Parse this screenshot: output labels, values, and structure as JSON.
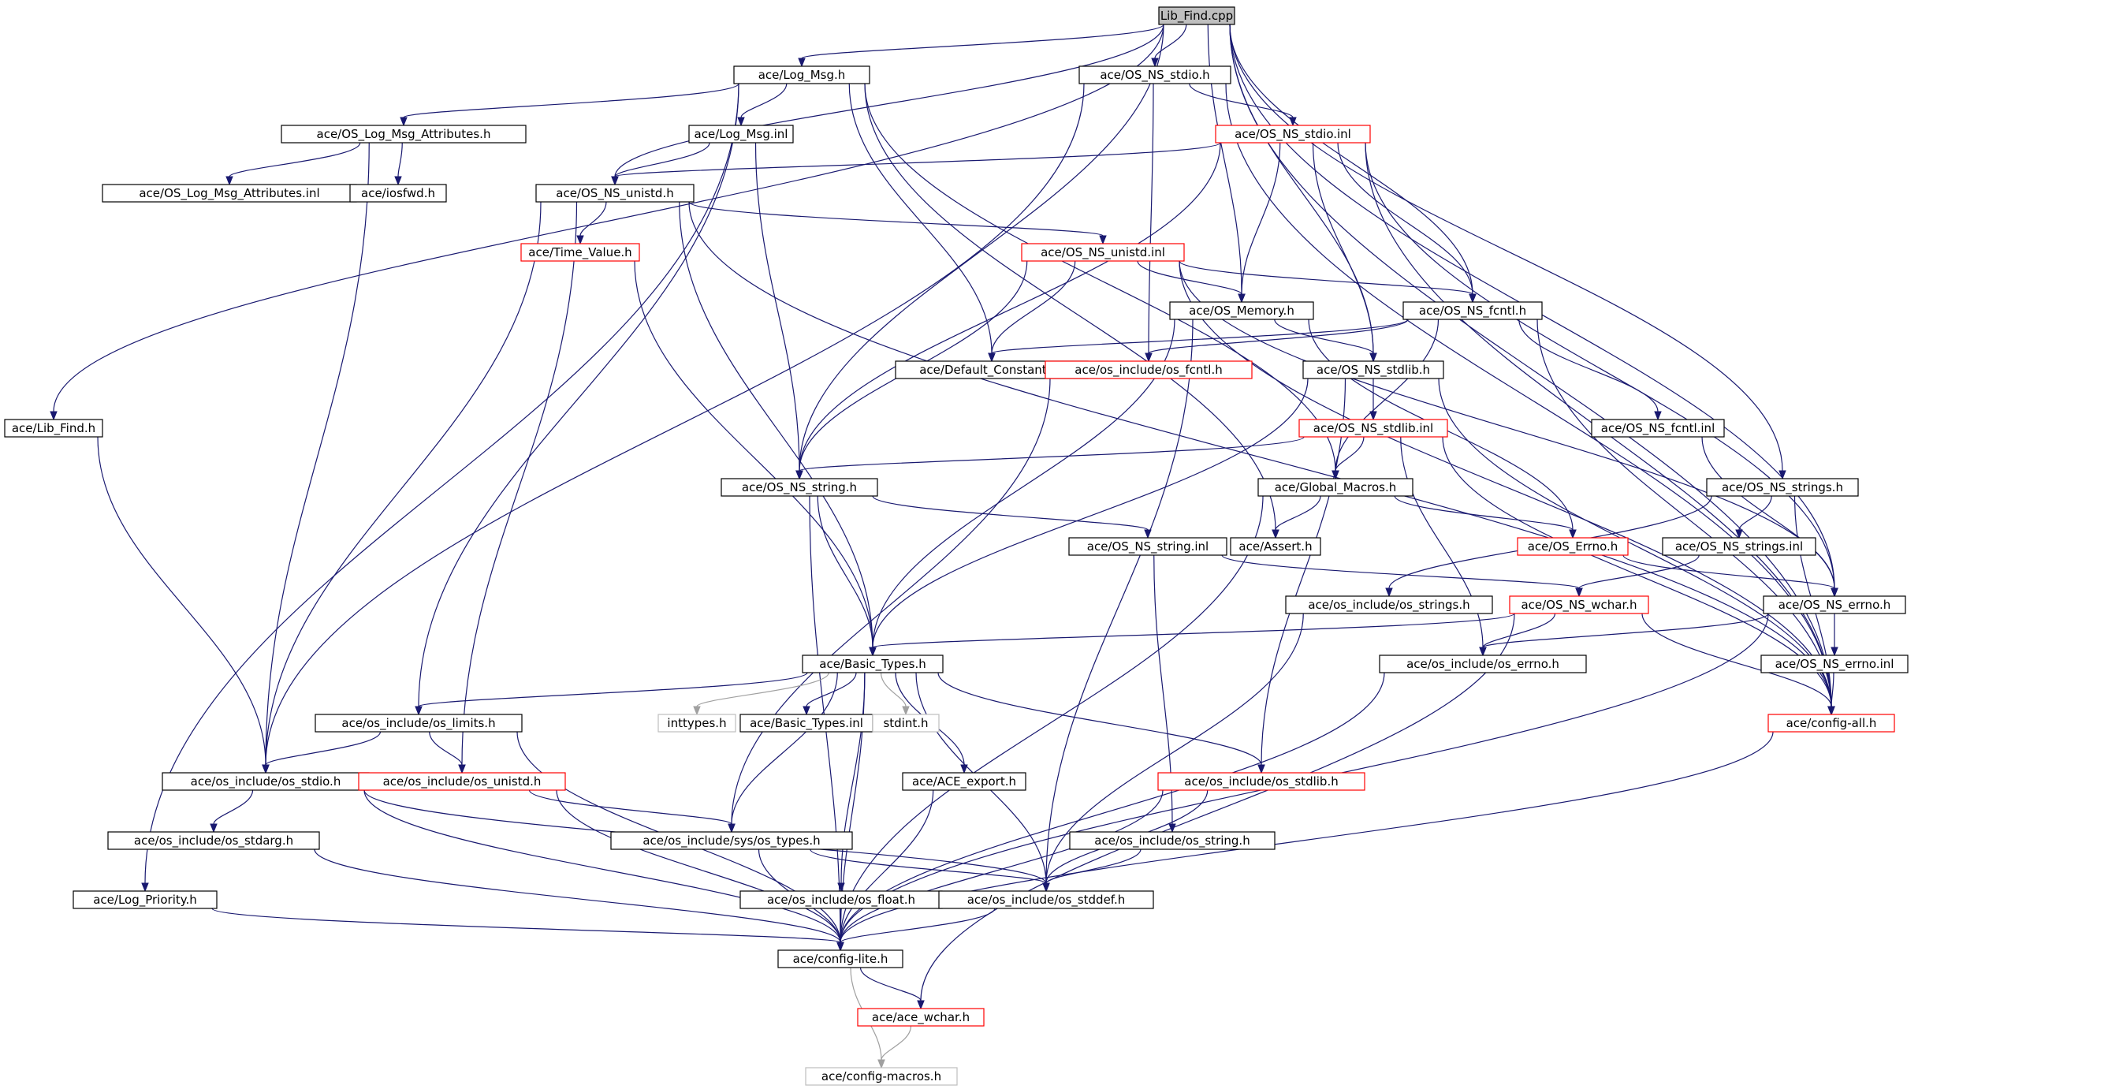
{
  "diagram": {
    "nodes": [
      {
        "id": "lib_find_cpp",
        "label": "Lib_Find.cpp",
        "style": "root"
      },
      {
        "id": "log_msg_h",
        "label": "ace/Log_Msg.h",
        "style": "normal"
      },
      {
        "id": "os_ns_stdio_h",
        "label": "ace/OS_NS_stdio.h",
        "style": "normal"
      },
      {
        "id": "os_log_msg_attr_h",
        "label": "ace/OS_Log_Msg_Attributes.h",
        "style": "normal"
      },
      {
        "id": "log_msg_inl",
        "label": "ace/Log_Msg.inl",
        "style": "normal"
      },
      {
        "id": "os_ns_stdio_inl",
        "label": "ace/OS_NS_stdio.inl",
        "style": "red"
      },
      {
        "id": "os_log_msg_attr_inl",
        "label": "ace/OS_Log_Msg_Attributes.inl",
        "style": "normal"
      },
      {
        "id": "iosfwd_h",
        "label": "ace/iosfwd.h",
        "style": "normal"
      },
      {
        "id": "os_ns_unistd_h",
        "label": "ace/OS_NS_unistd.h",
        "style": "normal"
      },
      {
        "id": "time_value_h",
        "label": "ace/Time_Value.h",
        "style": "red"
      },
      {
        "id": "os_ns_unistd_inl",
        "label": "ace/OS_NS_unistd.inl",
        "style": "red"
      },
      {
        "id": "os_memory_h",
        "label": "ace/OS_Memory.h",
        "style": "normal"
      },
      {
        "id": "os_ns_fcntl_h",
        "label": "ace/OS_NS_fcntl.h",
        "style": "normal"
      },
      {
        "id": "default_constants_h",
        "label": "ace/Default_Constants.h",
        "style": "normal"
      },
      {
        "id": "os_include_os_fcntl_h",
        "label": "ace/os_include/os_fcntl.h",
        "style": "red"
      },
      {
        "id": "os_ns_stdlib_h",
        "label": "ace/OS_NS_stdlib.h",
        "style": "normal"
      },
      {
        "id": "lib_find_h",
        "label": "ace/Lib_Find.h",
        "style": "normal"
      },
      {
        "id": "os_ns_stdlib_inl",
        "label": "ace/OS_NS_stdlib.inl",
        "style": "red"
      },
      {
        "id": "os_ns_fcntl_inl",
        "label": "ace/OS_NS_fcntl.inl",
        "style": "normal"
      },
      {
        "id": "os_ns_string_h",
        "label": "ace/OS_NS_string.h",
        "style": "normal"
      },
      {
        "id": "global_macros_h",
        "label": "ace/Global_Macros.h",
        "style": "normal"
      },
      {
        "id": "os_ns_strings_h",
        "label": "ace/OS_NS_strings.h",
        "style": "normal"
      },
      {
        "id": "os_ns_string_inl",
        "label": "ace/OS_NS_string.inl",
        "style": "normal"
      },
      {
        "id": "assert_h",
        "label": "ace/Assert.h",
        "style": "normal"
      },
      {
        "id": "os_errno_h",
        "label": "ace/OS_Errno.h",
        "style": "red"
      },
      {
        "id": "os_ns_strings_inl",
        "label": "ace/OS_NS_strings.inl",
        "style": "normal"
      },
      {
        "id": "os_include_os_strings_h",
        "label": "ace/os_include/os_strings.h",
        "style": "normal"
      },
      {
        "id": "os_ns_wchar_h",
        "label": "ace/OS_NS_wchar.h",
        "style": "red"
      },
      {
        "id": "os_ns_errno_h",
        "label": "ace/OS_NS_errno.h",
        "style": "normal"
      },
      {
        "id": "basic_types_h",
        "label": "ace/Basic_Types.h",
        "style": "normal"
      },
      {
        "id": "os_include_os_errno_h",
        "label": "ace/os_include/os_errno.h",
        "style": "normal"
      },
      {
        "id": "os_ns_errno_inl",
        "label": "ace/OS_NS_errno.inl",
        "style": "normal"
      },
      {
        "id": "os_include_os_limits_h",
        "label": "ace/os_include/os_limits.h",
        "style": "normal"
      },
      {
        "id": "inttypes_h",
        "label": "inttypes.h",
        "style": "gray"
      },
      {
        "id": "basic_types_inl",
        "label": "ace/Basic_Types.inl",
        "style": "normal"
      },
      {
        "id": "stdint_h",
        "label": "stdint.h",
        "style": "gray"
      },
      {
        "id": "config_all_h",
        "label": "ace/config-all.h",
        "style": "red"
      },
      {
        "id": "os_include_os_stdio_h",
        "label": "ace/os_include/os_stdio.h",
        "style": "normal"
      },
      {
        "id": "os_include_os_unistd_h",
        "label": "ace/os_include/os_unistd.h",
        "style": "red"
      },
      {
        "id": "ace_export_h",
        "label": "ace/ACE_export.h",
        "style": "normal"
      },
      {
        "id": "os_include_os_stdlib_h",
        "label": "ace/os_include/os_stdlib.h",
        "style": "red"
      },
      {
        "id": "os_include_os_stdarg_h",
        "label": "ace/os_include/os_stdarg.h",
        "style": "normal"
      },
      {
        "id": "os_include_sys_os_types_h",
        "label": "ace/os_include/sys/os_types.h",
        "style": "normal"
      },
      {
        "id": "os_include_os_string_h",
        "label": "ace/os_include/os_string.h",
        "style": "normal"
      },
      {
        "id": "log_priority_h",
        "label": "ace/Log_Priority.h",
        "style": "normal"
      },
      {
        "id": "os_include_os_float_h",
        "label": "ace/os_include/os_float.h",
        "style": "normal"
      },
      {
        "id": "os_include_os_stddef_h",
        "label": "ace/os_include/os_stddef.h",
        "style": "normal"
      },
      {
        "id": "config_lite_h",
        "label": "ace/config-lite.h",
        "style": "normal"
      },
      {
        "id": "ace_wchar_h",
        "label": "ace/ace_wchar.h",
        "style": "red"
      },
      {
        "id": "config_macros_h",
        "label": "ace/config-macros.h",
        "style": "gray"
      }
    ],
    "edges": [
      [
        "lib_find_cpp",
        "log_msg_h"
      ],
      [
        "lib_find_cpp",
        "os_ns_stdio_h"
      ],
      [
        "lib_find_cpp",
        "os_ns_unistd_h"
      ],
      [
        "lib_find_cpp",
        "os_memory_h"
      ],
      [
        "lib_find_cpp",
        "os_ns_fcntl_h"
      ],
      [
        "lib_find_cpp",
        "os_ns_stdlib_h"
      ],
      [
        "lib_find_cpp",
        "lib_find_h"
      ],
      [
        "lib_find_cpp",
        "os_ns_string_h"
      ],
      [
        "lib_find_cpp",
        "os_ns_strings_h"
      ],
      [
        "lib_find_cpp",
        "os_ns_errno_h"
      ],
      [
        "lib_find_cpp",
        "config_all_h"
      ],
      [
        "log_msg_h",
        "os_log_msg_attr_h"
      ],
      [
        "log_msg_h",
        "log_msg_inl"
      ],
      [
        "log_msg_h",
        "default_constants_h"
      ],
      [
        "log_msg_h",
        "global_macros_h"
      ],
      [
        "log_msg_h",
        "assert_h"
      ],
      [
        "log_msg_h",
        "os_include_os_limits_h"
      ],
      [
        "log_msg_h",
        "log_priority_h"
      ],
      [
        "os_ns_stdio_h",
        "os_ns_stdio_inl"
      ],
      [
        "os_ns_stdio_h",
        "os_include_os_stdio_h"
      ],
      [
        "os_ns_stdio_h",
        "os_include_os_fcntl_h"
      ],
      [
        "os_ns_stdio_h",
        "config_all_h"
      ],
      [
        "os_log_msg_attr_h",
        "os_log_msg_attr_inl"
      ],
      [
        "os_log_msg_attr_h",
        "iosfwd_h"
      ],
      [
        "os_log_msg_attr_h",
        "os_include_os_stdio_h"
      ],
      [
        "log_msg_inl",
        "os_ns_unistd_h"
      ],
      [
        "log_msg_inl",
        "os_ns_string_h"
      ],
      [
        "os_ns_stdio_inl",
        "os_ns_unistd_h"
      ],
      [
        "os_ns_stdio_inl",
        "os_memory_h"
      ],
      [
        "os_ns_stdio_inl",
        "os_ns_fcntl_h"
      ],
      [
        "os_ns_stdio_inl",
        "os_ns_stdlib_h"
      ],
      [
        "os_ns_stdio_inl",
        "os_ns_string_h"
      ],
      [
        "os_ns_stdio_inl",
        "os_ns_errno_h"
      ],
      [
        "os_ns_stdio_inl",
        "config_all_h"
      ],
      [
        "os_ns_unistd_h",
        "time_value_h"
      ],
      [
        "os_ns_unistd_h",
        "os_ns_unistd_inl"
      ],
      [
        "os_ns_unistd_h",
        "basic_types_h"
      ],
      [
        "os_ns_unistd_h",
        "os_include_os_stdio_h"
      ],
      [
        "os_ns_unistd_h",
        "os_include_os_unistd_h"
      ],
      [
        "os_ns_unistd_h",
        "config_all_h"
      ],
      [
        "time_value_h",
        "basic_types_h"
      ],
      [
        "os_ns_unistd_inl",
        "os_memory_h"
      ],
      [
        "os_ns_unistd_inl",
        "os_ns_fcntl_h"
      ],
      [
        "os_ns_unistd_inl",
        "default_constants_h"
      ],
      [
        "os_ns_unistd_inl",
        "os_ns_string_h"
      ],
      [
        "os_ns_unistd_inl",
        "os_ns_errno_h"
      ],
      [
        "os_ns_unistd_inl",
        "config_all_h"
      ],
      [
        "os_memory_h",
        "os_ns_stdlib_h"
      ],
      [
        "os_memory_h",
        "os_errno_h"
      ],
      [
        "os_memory_h",
        "basic_types_h"
      ],
      [
        "os_memory_h",
        "os_include_os_stddef_h"
      ],
      [
        "os_ns_fcntl_h",
        "os_ns_fcntl_inl"
      ],
      [
        "os_ns_fcntl_h",
        "global_macros_h"
      ],
      [
        "os_ns_fcntl_h",
        "os_include_os_fcntl_h"
      ],
      [
        "os_ns_fcntl_h",
        "default_constants_h"
      ],
      [
        "os_ns_fcntl_h",
        "config_all_h"
      ],
      [
        "os_include_os_fcntl_h",
        "os_include_sys_os_types_h"
      ],
      [
        "os_ns_stdlib_h",
        "os_ns_stdlib_inl"
      ],
      [
        "os_ns_stdlib_h",
        "basic_types_h"
      ],
      [
        "os_ns_stdlib_h",
        "os_include_os_stdlib_h"
      ],
      [
        "os_ns_stdlib_h",
        "config_all_h"
      ],
      [
        "lib_find_h",
        "os_include_os_stdio_h"
      ],
      [
        "os_ns_stdlib_inl",
        "global_macros_h"
      ],
      [
        "os_ns_stdlib_inl",
        "os_ns_string_h"
      ],
      [
        "os_ns_stdlib_inl",
        "os_include_os_errno_h"
      ],
      [
        "os_ns_stdlib_inl",
        "config_all_h"
      ],
      [
        "os_ns_fcntl_inl",
        "os_ns_errno_h"
      ],
      [
        "os_ns_string_h",
        "basic_types_h"
      ],
      [
        "os_ns_string_h",
        "os_ns_string_inl"
      ],
      [
        "os_ns_string_h",
        "config_lite_h"
      ],
      [
        "global_macros_h",
        "assert_h"
      ],
      [
        "global_macros_h",
        "os_errno_h"
      ],
      [
        "global_macros_h",
        "config_lite_h"
      ],
      [
        "os_ns_strings_h",
        "os_ns_strings_inl"
      ],
      [
        "os_ns_strings_h",
        "os_include_os_strings_h"
      ],
      [
        "os_ns_strings_h",
        "config_all_h"
      ],
      [
        "os_ns_string_inl",
        "os_ns_wchar_h"
      ],
      [
        "os_ns_string_inl",
        "os_include_os_string_h"
      ],
      [
        "os_errno_h",
        "os_ns_errno_h"
      ],
      [
        "os_ns_strings_inl",
        "os_ns_wchar_h"
      ],
      [
        "os_include_os_strings_h",
        "os_include_os_stddef_h"
      ],
      [
        "os_ns_wchar_h",
        "basic_types_h"
      ],
      [
        "os_ns_wchar_h",
        "os_include_os_errno_h"
      ],
      [
        "os_ns_wchar_h",
        "config_all_h"
      ],
      [
        "os_ns_wchar_h",
        "ace_wchar_h"
      ],
      [
        "os_ns_errno_h",
        "os_ns_errno_inl"
      ],
      [
        "os_ns_errno_h",
        "os_include_os_errno_h"
      ],
      [
        "os_ns_errno_h",
        "config_lite_h"
      ],
      [
        "basic_types_h",
        "os_include_os_limits_h"
      ],
      [
        "basic_types_h",
        "inttypes_h",
        "gray"
      ],
      [
        "basic_types_h",
        "basic_types_inl"
      ],
      [
        "basic_types_h",
        "stdint_h",
        "gray"
      ],
      [
        "basic_types_h",
        "ace_export_h"
      ],
      [
        "basic_types_h",
        "os_include_os_stdlib_h"
      ],
      [
        "basic_types_h",
        "os_include_sys_os_types_h"
      ],
      [
        "basic_types_h",
        "os_include_os_float_h"
      ],
      [
        "basic_types_h",
        "os_include_os_stddef_h"
      ],
      [
        "basic_types_h",
        "config_lite_h"
      ],
      [
        "os_include_os_errno_h",
        "config_lite_h"
      ],
      [
        "os_ns_errno_inl",
        "config_all_h"
      ],
      [
        "os_include_os_limits_h",
        "os_include_os_stdio_h"
      ],
      [
        "os_include_os_limits_h",
        "os_include_os_unistd_h"
      ],
      [
        "os_include_os_limits_h",
        "config_lite_h"
      ],
      [
        "config_all_h",
        "config_lite_h"
      ],
      [
        "os_include_os_stdio_h",
        "os_include_os_stdarg_h"
      ],
      [
        "os_include_os_stdio_h",
        "os_include_os_stddef_h"
      ],
      [
        "os_include_os_stdio_h",
        "config_lite_h"
      ],
      [
        "os_include_os_unistd_h",
        "os_include_sys_os_types_h"
      ],
      [
        "os_include_os_unistd_h",
        "config_lite_h"
      ],
      [
        "ace_export_h",
        "config_lite_h"
      ],
      [
        "os_include_os_stdlib_h",
        "os_include_os_stddef_h"
      ],
      [
        "os_include_os_stdlib_h",
        "config_lite_h"
      ],
      [
        "os_include_os_stdarg_h",
        "config_lite_h"
      ],
      [
        "os_include_sys_os_types_h",
        "os_include_os_stddef_h"
      ],
      [
        "os_include_sys_os_types_h",
        "config_lite_h"
      ],
      [
        "os_include_os_string_h",
        "os_include_os_stddef_h"
      ],
      [
        "log_priority_h",
        "config_lite_h"
      ],
      [
        "os_include_os_float_h",
        "config_lite_h"
      ],
      [
        "os_include_os_stddef_h",
        "config_lite_h"
      ],
      [
        "config_lite_h",
        "ace_wchar_h"
      ],
      [
        "config_lite_h",
        "config_macros_h",
        "gray"
      ],
      [
        "ace_wchar_h",
        "config_macros_h",
        "gray"
      ]
    ]
  }
}
